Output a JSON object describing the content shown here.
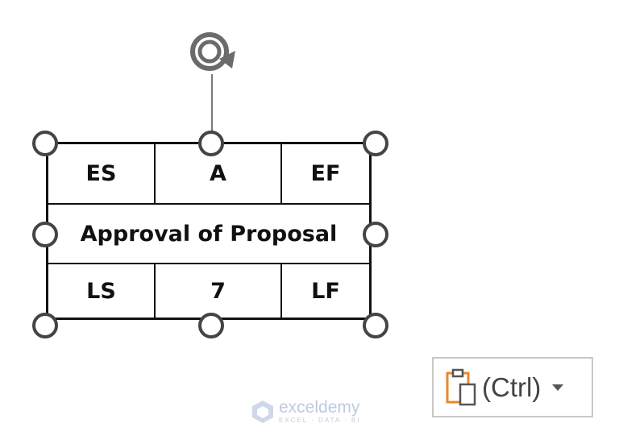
{
  "node": {
    "top_left": "ES",
    "top_center": "A",
    "top_right": "EF",
    "title": "Approval of Proposal",
    "bottom_left": "LS",
    "bottom_center": "7",
    "bottom_right": "LF"
  },
  "paste_options": {
    "label": "(Ctrl)",
    "icon": "clipboard-icon",
    "caret_icon": "chevron-down-icon"
  },
  "watermark": {
    "name": "exceldemy",
    "tagline": "EXCEL · DATA · BI"
  },
  "colors": {
    "border": "#111111",
    "handle_stroke": "#444444",
    "clipboard_accent": "#e8882c"
  }
}
